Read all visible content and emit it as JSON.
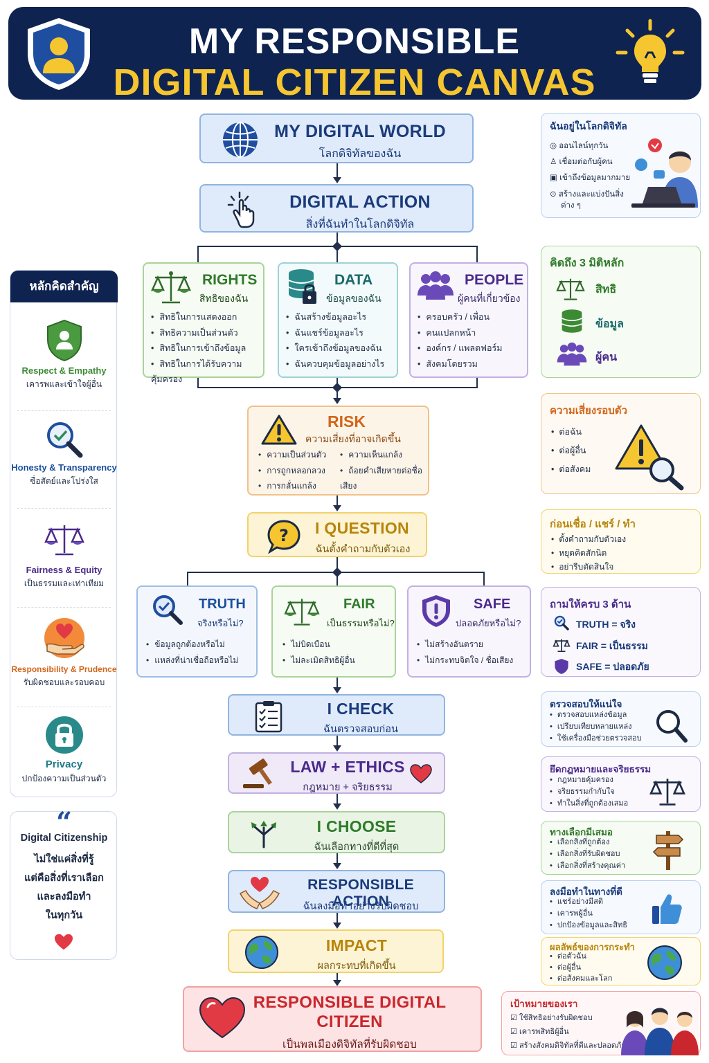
{
  "header": {
    "title_line1": "MY RESPONSIBLE",
    "title_line2": "DIGITAL CITIZEN CANVAS",
    "colors": {
      "navy": "#0f2350",
      "gold": "#f6c630"
    }
  },
  "flow": {
    "digital_world": {
      "title": "MY DIGITAL WORLD",
      "subtitle": "โลกดิจิทัลของฉัน",
      "icon": "globe-icon"
    },
    "digital_action": {
      "title": "DIGITAL ACTION",
      "subtitle": "สิ่งที่ฉันทำในโลกดิจิทัล",
      "icon": "tap-hand-icon"
    },
    "rights": {
      "title": "RIGHTS",
      "subtitle": "สิทธิของฉัน",
      "icon": "scales-icon",
      "items": [
        "สิทธิในการแสดงออก",
        "สิทธิความเป็นส่วนตัว",
        "สิทธิในการเข้าถึงข้อมูล",
        "สิทธิในการได้รับความคุ้มครอง"
      ]
    },
    "data": {
      "title": "DATA",
      "subtitle": "ข้อมูลของฉัน",
      "icon": "database-lock-icon",
      "items": [
        "ฉันสร้างข้อมูลอะไร",
        "ฉันแชร์ข้อมูลอะไร",
        "ใครเข้าถึงข้อมูลของฉัน",
        "ฉันควบคุมข้อมูลอย่างไร"
      ]
    },
    "people": {
      "title": "PEOPLE",
      "subtitle": "ผู้คนที่เกี่ยวข้อง",
      "icon": "people-icon",
      "items": [
        "ครอบครัว / เพื่อน",
        "คนแปลกหน้า",
        "องค์กร / แพลตฟอร์ม",
        "สังคมโดยรวม"
      ]
    },
    "risk": {
      "title": "RISK",
      "subtitle": "ความเสี่ยงที่อาจเกิดขึ้น",
      "icon": "warning-icon",
      "items_left": [
        "ความเป็นส่วนตัว",
        "การถูกหลอกลวง",
        "การกลั่นแกล้ง"
      ],
      "items_right": [
        "ความเห็นแกล้ง",
        "ถ้อยคำเสียหายต่อชื่อเสียง"
      ]
    },
    "question": {
      "title": "I QUESTION",
      "subtitle": "ฉันตั้งคำถามกับตัวเอง",
      "icon": "question-bubble-icon"
    },
    "truth": {
      "title": "TRUTH",
      "subtitle": "จริงหรือไม่?",
      "icon": "magnifier-check-icon",
      "items": [
        "ข้อมูลถูกต้องหรือไม่",
        "แหล่งที่น่าเชื่อถือหรือไม่"
      ]
    },
    "fair": {
      "title": "FAIR",
      "subtitle": "เป็นธรรมหรือไม่?",
      "icon": "scales-icon",
      "items": [
        "ไม่บิดเบือน",
        "ไม่ละเมิดสิทธิผู้อื่น"
      ]
    },
    "safe": {
      "title": "SAFE",
      "subtitle": "ปลอดภัยหรือไม่?",
      "icon": "shield-alert-icon",
      "items": [
        "ไม่สร้างอันตราย",
        "ไม่กระทบจิตใจ / ชื่อเสียง"
      ]
    },
    "check": {
      "title": "I CHECK",
      "subtitle": "ฉันตรวจสอบก่อน",
      "icon": "checklist-icon"
    },
    "law": {
      "title": "LAW + ETHICS",
      "subtitle": "กฎหมาย + จริยธรรม",
      "icon": "gavel-icon"
    },
    "choose": {
      "title": "I CHOOSE",
      "subtitle": "ฉันเลือกทางที่ดีที่สุด",
      "icon": "branch-arrows-icon"
    },
    "action": {
      "title": "RESPONSIBLE ACTION",
      "subtitle": "ฉันลงมือทำอย่างรับผิดชอบ",
      "icon": "hands-heart-icon"
    },
    "impact": {
      "title": "IMPACT",
      "subtitle": "ผลกระทบที่เกิดขึ้น",
      "icon": "earth-icon"
    },
    "citizen": {
      "title_line1": "RESPONSIBLE DIGITAL",
      "title_line2": "CITIZEN",
      "subtitle": "เป็นพลเมืองดิจิทัลที่รับผิดชอบ",
      "icon": "heart-icon"
    }
  },
  "principles": {
    "heading": "หลักคิดสำคัญ",
    "items": [
      {
        "name": "Respect & Empathy",
        "desc": "เคารพและเข้าใจผู้อื่น",
        "icon": "shield-person-icon",
        "color": "#3d8a35"
      },
      {
        "name": "Honesty & Transparency",
        "desc": "ซื่อสัตย์และโปร่งใส",
        "icon": "magnifier-check-icon",
        "color": "#1a4f9a"
      },
      {
        "name": "Fairness & Equity",
        "desc": "เป็นธรรมและเท่าเทียม",
        "icon": "scales-icon",
        "color": "#4a2a8a"
      },
      {
        "name": "Responsibility & Prudence",
        "desc": "รับผิดชอบและรอบคอบ",
        "icon": "hand-heart-icon",
        "color": "#d2661a"
      },
      {
        "name": "Privacy",
        "desc": "ปกป้องความเป็นส่วนตัว",
        "icon": "lock-icon",
        "color": "#1f7a8a"
      }
    ]
  },
  "quote": {
    "mark": "“",
    "lines": [
      "Digital Citizenship",
      "ไม่ใช่แค่สิ่งที่รู้",
      "แต่คือสิ่งที่เราเลือก",
      "และลงมือทำ",
      "ในทุกวัน"
    ]
  },
  "side": {
    "online": {
      "heading": "ฉันอยู่ในโลกดิจิทัล",
      "items": [
        "ออนไลน์ทุกวัน",
        "เชื่อมต่อกับผู้คน",
        "เข้าถึงข้อมูลมากมาย",
        "สร้างและแบ่งปันสิ่ง",
        "ต่าง ๆ"
      ]
    },
    "dimensions": {
      "heading": "คิดถึง 3 มิติหลัก",
      "items": [
        "สิทธิ",
        "ข้อมูล",
        "ผู้คน"
      ]
    },
    "risks": {
      "heading": "ความเสี่ยงรอบตัว",
      "items": [
        "ต่อฉัน",
        "ต่อผู้อื่น",
        "ต่อสังคม"
      ]
    },
    "before": {
      "heading": "ก่อนเชื่อ / แชร์ / ทำ",
      "items": [
        "ตั้งคำถามกับตัวเอง",
        "หยุดคิดสักนิด",
        "อย่ารีบตัดสินใจ"
      ]
    },
    "ask": {
      "heading": "ถามให้ครบ 3 ด้าน",
      "items": [
        {
          "key": "TRUTH",
          "eq": "=",
          "val": "จริง"
        },
        {
          "key": "FAIR",
          "eq": "=",
          "val": "เป็นธรรม"
        },
        {
          "key": "SAFE",
          "eq": "=",
          "val": "ปลอดภัย"
        }
      ]
    },
    "verify": {
      "heading": "ตรวจสอบให้แน่ใจ",
      "items": [
        "ตรวจสอบแหล่งข้อมูล",
        "เปรียบเทียบหลายแหล่ง",
        "ใช้เครื่องมือช่วยตรวจสอบ"
      ]
    },
    "lawethics": {
      "heading": "ยึดกฎหมายและจริยธรรม",
      "items": [
        "กฎหมายคุ้มครอง",
        "จริยธรรมกำกับใจ",
        "ทำในสิ่งที่ถูกต้องเสมอ"
      ]
    },
    "choices": {
      "heading": "ทางเลือกมีเสมอ",
      "items": [
        "เลือกสิ่งที่ถูกต้อง",
        "เลือกสิ่งที่รับผิดชอบ",
        "เลือกสิ่งที่สร้างคุณค่า"
      ]
    },
    "doright": {
      "heading": "ลงมือทำในทางที่ดี",
      "items": [
        "แชร์อย่างมีสติ",
        "เคารพผู้อื่น",
        "ปกป้องข้อมูลและสิทธิ"
      ]
    },
    "results": {
      "heading": "ผลลัพธ์ของการกระทำ",
      "items": [
        "ต่อตัวฉัน",
        "ต่อผู้อื่น",
        "ต่อสังคมและโลก"
      ]
    },
    "goals": {
      "heading": "เป้าหมายของเรา",
      "items": [
        "ใช้สิทธิอย่างรับผิดชอบ",
        "เคารพสิทธิผู้อื่น",
        "สร้างสังคมดิจิทัลที่ดีและปลอดภัย"
      ]
    }
  }
}
